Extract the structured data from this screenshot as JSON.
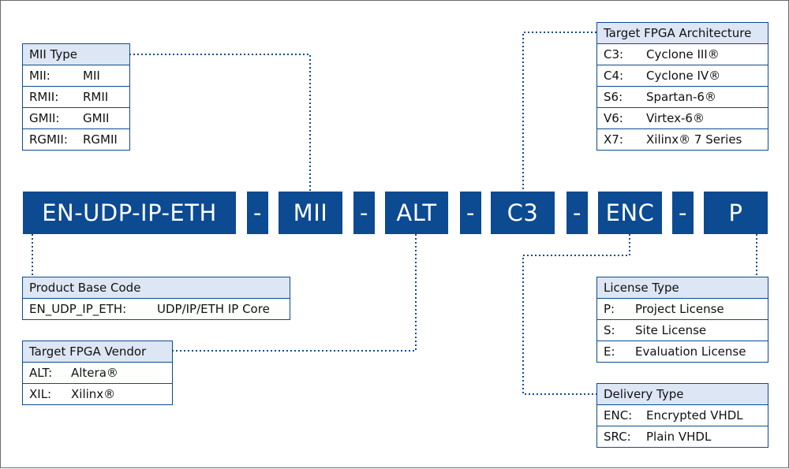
{
  "code_parts": [
    {
      "id": "base",
      "label": "EN-UDP-IP-ETH"
    },
    {
      "id": "sep1",
      "label": "-"
    },
    {
      "id": "mii",
      "label": "MII"
    },
    {
      "id": "sep2",
      "label": "-"
    },
    {
      "id": "vendor",
      "label": "ALT"
    },
    {
      "id": "sep3",
      "label": "-"
    },
    {
      "id": "arch",
      "label": "C3"
    },
    {
      "id": "sep4",
      "label": "-"
    },
    {
      "id": "delivery",
      "label": "ENC"
    },
    {
      "id": "sep5",
      "label": "-"
    },
    {
      "id": "license",
      "label": "P"
    }
  ],
  "mii_type": {
    "title": "MII Type",
    "rows": [
      {
        "key": "MII:",
        "value": "MII"
      },
      {
        "key": "RMII:",
        "value": "RMII"
      },
      {
        "key": "GMII:",
        "value": "GMII"
      },
      {
        "key": "RGMII:",
        "value": "RGMII"
      }
    ]
  },
  "target_fpga_architecture": {
    "title": "Target FPGA Architecture",
    "rows": [
      {
        "key": "C3:",
        "value": "Cyclone III®"
      },
      {
        "key": "C4:",
        "value": "Cyclone IV®"
      },
      {
        "key": "S6:",
        "value": "Spartan-6®"
      },
      {
        "key": "V6:",
        "value": "Virtex-6®"
      },
      {
        "key": "X7:",
        "value": "Xilinx® 7 Series"
      }
    ]
  },
  "product_base_code": {
    "title": "Product Base Code",
    "rows": [
      {
        "key": "EN_UDP_IP_ETH:",
        "value": "UDP/IP/ETH IP Core"
      }
    ]
  },
  "target_fpga_vendor": {
    "title": "Target FPGA Vendor",
    "rows": [
      {
        "key": "ALT:",
        "value": "Altera®"
      },
      {
        "key": "XIL:",
        "value": "Xilinx®"
      }
    ]
  },
  "license_type": {
    "title": "License Type",
    "rows": [
      {
        "key": "P:",
        "value": "Project License"
      },
      {
        "key": "S:",
        "value": "Site License"
      },
      {
        "key": "E:",
        "value": "Evaluation License"
      }
    ]
  },
  "delivery_type": {
    "title": "Delivery Type",
    "rows": [
      {
        "key": "ENC:",
        "value": "Encrypted VHDL"
      },
      {
        "key": "SRC:",
        "value": "Plain VHDL"
      }
    ]
  },
  "colors": {
    "box_fill": "#0c4a92",
    "table_header": "#dde6f4",
    "border": "#0c4a92",
    "connector": "#0c4a92"
  }
}
